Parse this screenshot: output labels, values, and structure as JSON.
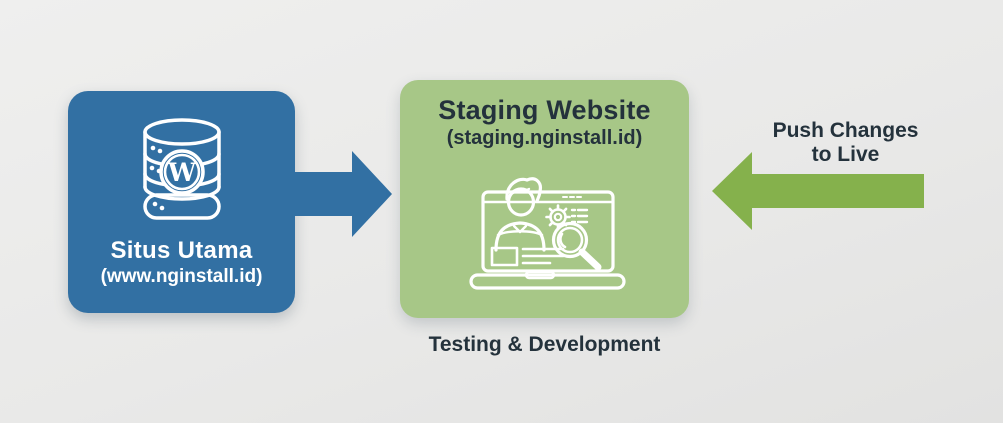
{
  "colors": {
    "background": "#e9e9e8",
    "blue": "#3270a3",
    "green-box": "#a7c787",
    "green-arrow": "#85b14c",
    "dark-text": "#24323c",
    "icon-stroke": "#ffffff"
  },
  "main_site": {
    "title": "Situs Utama",
    "subtitle": "(www.nginstall.id)",
    "icon": "wordpress-database-icon",
    "icon_letter": "W"
  },
  "staging_site": {
    "title": "Staging Website",
    "subtitle": "(staging.nginstall.id)",
    "caption": "Testing & Development",
    "icon": "developer-laptop-icon"
  },
  "flow_arrow": {
    "direction": "right",
    "color": "#3270a3"
  },
  "push_arrow": {
    "direction": "left",
    "color": "#85b14c",
    "label_line1": "Push Changes",
    "label_line2": "to Live"
  }
}
